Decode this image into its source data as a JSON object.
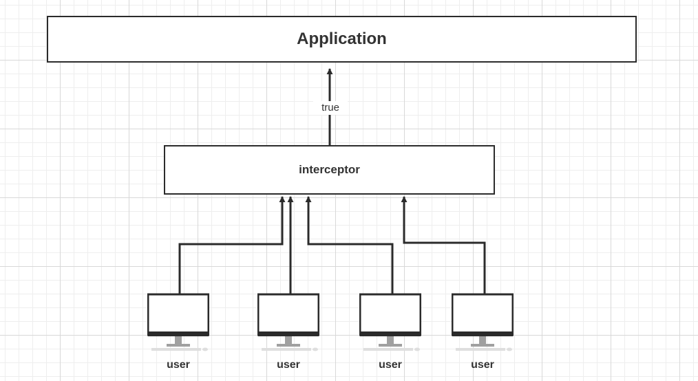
{
  "diagram": {
    "application_label": "Application",
    "interceptor_label": "interceptor",
    "edge_label": "true",
    "users": [
      {
        "label": "user"
      },
      {
        "label": "user"
      },
      {
        "label": "user"
      },
      {
        "label": "user"
      }
    ],
    "icons": {
      "user_node": "desktop-monitor-icon",
      "arrowhead": "arrowhead-icon"
    },
    "colors": {
      "stroke": "#2b2b2b",
      "text": "#333333",
      "monitor_stand": "#a0a0a0",
      "grid": "#d8d8d8"
    }
  }
}
